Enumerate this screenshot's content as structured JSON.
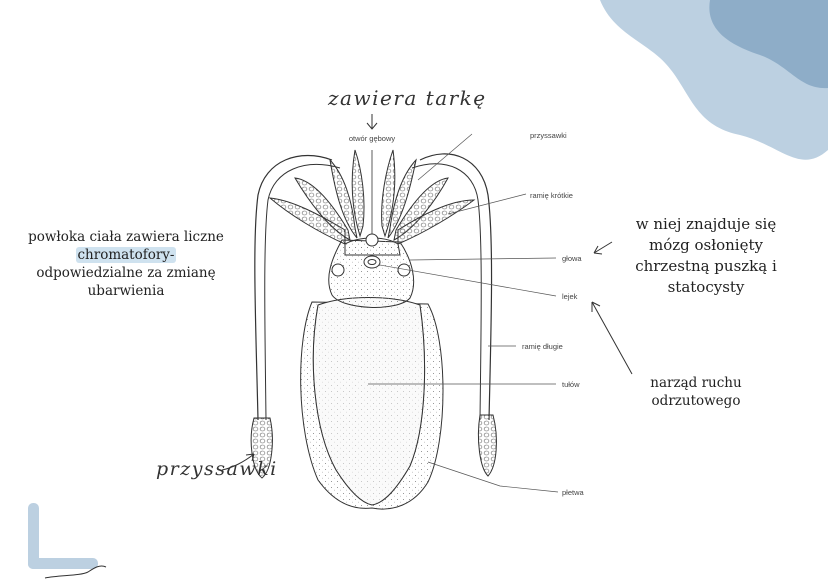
{
  "diagram": {
    "labels": {
      "mouth": "otwór gębowy",
      "suckers": "przyssawki",
      "short_arm": "ramię krótkie",
      "head": "głowa",
      "funnel": "lejek",
      "long_arm": "ramię długie",
      "body": "tułów",
      "fin": "płetwa"
    }
  },
  "annotations": {
    "mouth_note": "zawiera tarkę",
    "suckers_note": "przyssawki",
    "skin_note_before": "powłoka ciała zawiera liczne ",
    "skin_note_highlight": "chromatofory-",
    "skin_note_after": " odpowiedzialne za zmianę ubarwienia",
    "head_note": "w niej znajduje się mózg osłonięty chrzestną puszką i statocysty",
    "funnel_note": "narząd ruchu odrzutowego"
  },
  "colors": {
    "accent_dark": "#8eadc8",
    "accent_light": "#bcd0e1",
    "highlight": "#cfe2ef",
    "ink": "#333333"
  }
}
